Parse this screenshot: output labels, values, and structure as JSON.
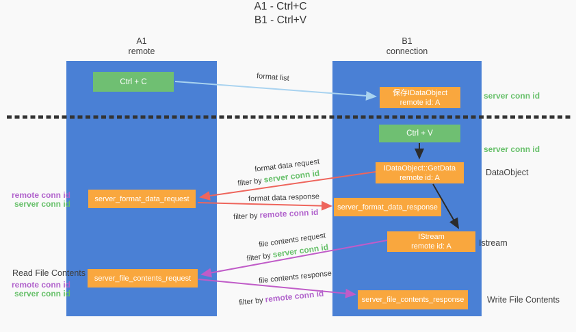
{
  "title": {
    "line1": "A1 - Ctrl+C",
    "line2": "B1 - Ctrl+V"
  },
  "columns": {
    "a1": {
      "name": "A1",
      "subtitle": "remote"
    },
    "b1": {
      "name": "B1",
      "subtitle": "connection"
    }
  },
  "nodes": {
    "ctrl_c": {
      "label": "Ctrl + C"
    },
    "ctrl_v": {
      "label": "Ctrl + V"
    },
    "save_idataobject": {
      "line1": "保存IDataObject",
      "line2": "remote id: A"
    },
    "getdata": {
      "line1": "IDataObject::GetData",
      "line2": "remote id: A"
    },
    "istream": {
      "line1": "IStream",
      "line2": "remote id: A"
    },
    "format_request": {
      "label": "server_format_data_request"
    },
    "format_response": {
      "label": "server_format_data_response"
    },
    "file_request": {
      "label": "server_file_contents_request"
    },
    "file_response": {
      "label": "server_file_contents_response"
    }
  },
  "left_labels": {
    "format_remote_conn": "remote conn id",
    "format_server_conn": "server conn id",
    "read_file_contents": "Read File Contents",
    "file_remote_conn": "remote conn id",
    "file_server_conn": "server conn id"
  },
  "right_labels": {
    "server_conn_top": "server conn id",
    "server_conn_mid": "server conn id",
    "dataobject": "DataObject",
    "istream": "Istream",
    "write_file_contents": "Write File Contents"
  },
  "edge_labels": {
    "format_list": "format list",
    "format_data_request": "format data request",
    "filter_by": "filter by",
    "format_req_filter_id": "server conn id",
    "format_data_response": "format data response",
    "format_res_filter_id": "remote conn id",
    "file_contents_request": "file contents request",
    "file_req_filter_id": "server conn id",
    "file_contents_response": "file contents response",
    "file_res_filter_id": "remote conn id"
  },
  "colors": {
    "column_blue": "#4a80d5",
    "box_green": "#6fbf72",
    "box_orange": "#f9a73e",
    "arrow_light_blue": "#a9d3f0",
    "arrow_red": "#ee655c",
    "arrow_magenta": "#c05cc8",
    "arrow_black": "#2b2b2b",
    "text_green": "#67c06a",
    "text_purple": "#b163cc",
    "divider_black": "#333333"
  }
}
